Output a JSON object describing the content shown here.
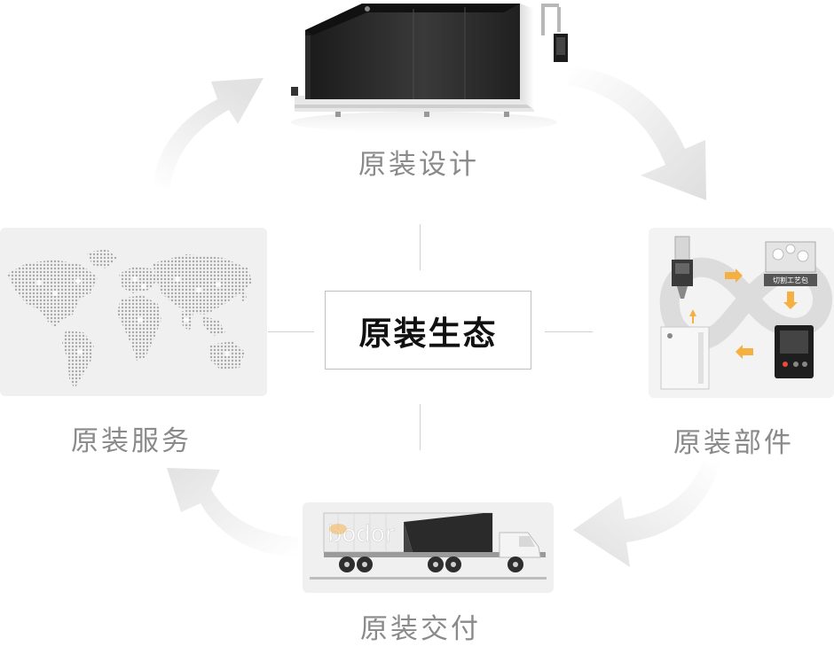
{
  "center": {
    "title": "原装生态"
  },
  "nodes": {
    "design": {
      "label": "原装设计",
      "icon": "laser-cutting-machine-icon"
    },
    "parts": {
      "label": "原装部件",
      "icon": "machine-components-cycle-icon",
      "card_text": "切割工艺包"
    },
    "delivery": {
      "label": "原装交付",
      "icon": "delivery-truck-icon",
      "truck_text": "bodor"
    },
    "service": {
      "label": "原装服务",
      "icon": "world-map-icon"
    }
  },
  "colors": {
    "arrow": "#e4e4e4",
    "label": "#8a8a8a",
    "panel": "#f0f0f0",
    "accent_orange": "#f5b041",
    "map_dots": "#a9a9a9"
  }
}
